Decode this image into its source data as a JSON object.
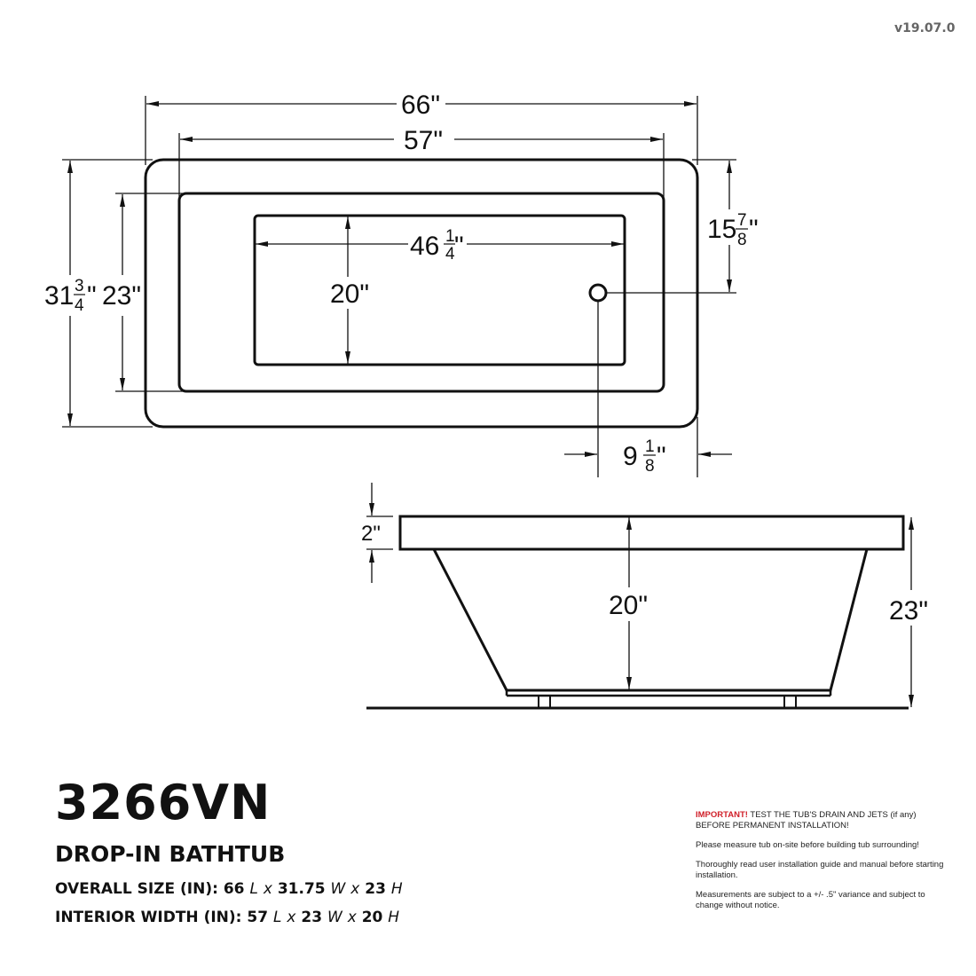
{
  "version": "v19.07.0",
  "product": {
    "model": "3266VN",
    "type": "DROP-IN BATHTUB",
    "overall_size": {
      "label": "OVERALL SIZE (IN):",
      "length": "66",
      "length_unit": "L",
      "x1": "x",
      "width": "31.75",
      "width_unit": "W",
      "x2": "x",
      "height": "23",
      "height_unit": "H"
    },
    "interior_width": {
      "label": "INTERIOR WIDTH (IN):",
      "length": "57",
      "length_unit": "L",
      "x1": "x",
      "width": "23",
      "width_unit": "W",
      "x2": "x",
      "height": "20",
      "height_unit": "H"
    }
  },
  "notes": {
    "important_label": "IMPORTANT!",
    "important_text": " TEST THE TUB'S DRAIN AND JETS (if any) BEFORE PERMANENT INSTALLATION!",
    "note1": "Please measure tub on-site before building tub surrounding!",
    "note2": "Thoroughly read user installation guide and manual before starting installation.",
    "note3": "Measurements are subject to a +/- .5\" variance and subject to change without notice."
  },
  "top_view": {
    "overall_length": {
      "whole": "66",
      "unit": "\""
    },
    "interior_length": {
      "whole": "57",
      "unit": "\""
    },
    "bottom_length": {
      "whole": "46",
      "num": "1",
      "den": "4",
      "unit": "\""
    },
    "bottom_width": {
      "whole": "20",
      "unit": "\""
    },
    "overall_width": {
      "whole": "31",
      "num": "3",
      "den": "4",
      "unit": "\""
    },
    "interior_width": {
      "whole": "23",
      "unit": "\""
    },
    "drain_from_top": {
      "whole": "15",
      "num": "7",
      "den": "8",
      "unit": "\""
    },
    "drain_from_end": {
      "whole": "9",
      "num": "1",
      "den": "8",
      "unit": "\""
    }
  },
  "side_view": {
    "rim_height": {
      "whole": "2",
      "unit": "\""
    },
    "interior_depth": {
      "whole": "20",
      "unit": "\""
    },
    "overall_height": {
      "whole": "23",
      "unit": "\""
    }
  },
  "colors": {
    "line": "#111111",
    "important": "#d0202a",
    "version": "#666666"
  }
}
